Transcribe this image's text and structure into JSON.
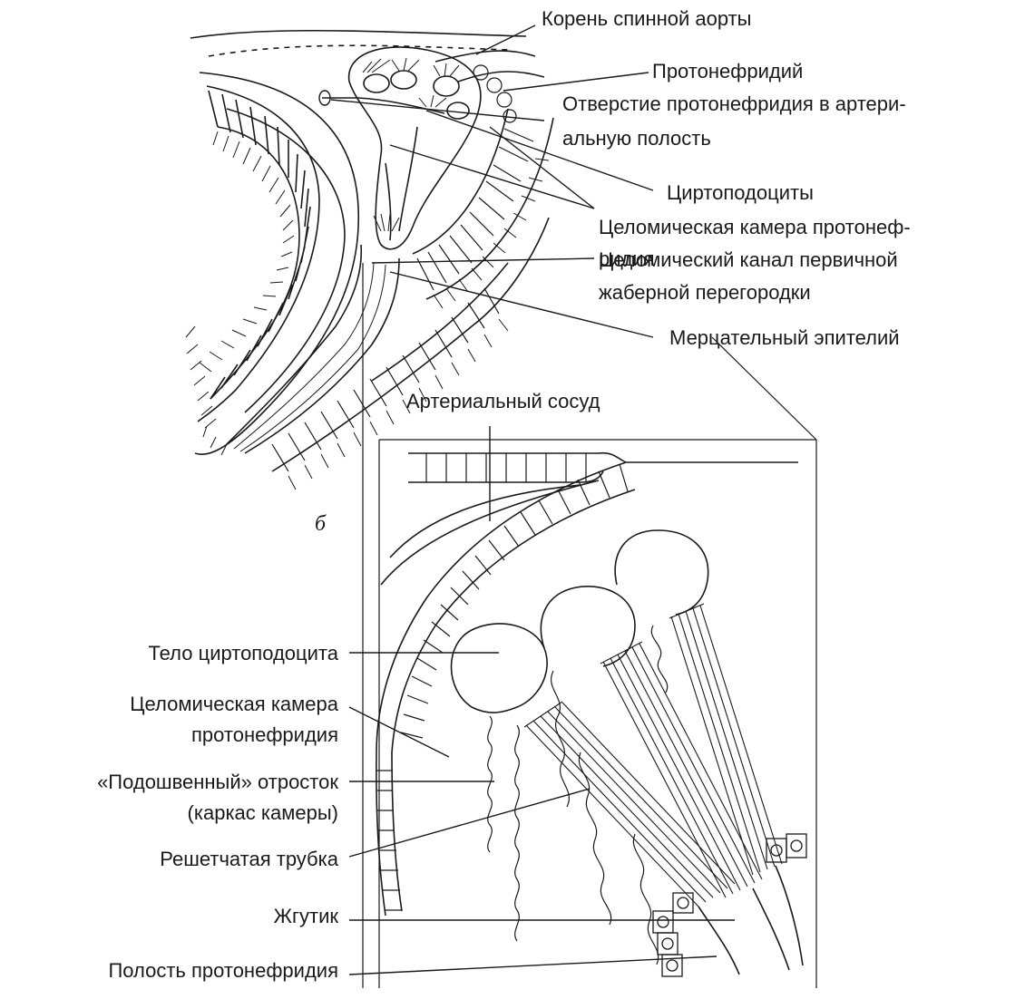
{
  "panel_a": {
    "labels": {
      "aorta_root": "Корень спинной аорты",
      "protonephridium": "Протонефридий",
      "opening_line1": "Отверстие протонефридия в артери-",
      "opening_line2": "альную полость",
      "cyrtopodocytes": "Циртоподоциты",
      "coelomic_chamber_line1": "Целомическая камера протонеф-",
      "coelomic_chamber_line2": "ридия",
      "coelomic_canal_line1": "Целомический канал первичной",
      "coelomic_canal_line2": "жаберной перегородки",
      "ciliated_epithelium": "Мерцательный эпителий"
    }
  },
  "panel_b": {
    "letter": "б",
    "labels": {
      "arterial_vessel": "Артериальный сосуд",
      "cyrtopodocyte_body": "Тело циртоподоцита",
      "coelomic_chamber_line1": "Целомическая камера",
      "coelomic_chamber_line2": "протонефридия",
      "plantar_process_line1": "«Подошвенный» отросток",
      "plantar_process_line2": "(каркас камеры)",
      "lattice_tube": "Решетчатая трубка",
      "flagellum": "Жгутик",
      "protonephridium_cavity": "Полость протонефридия"
    }
  }
}
